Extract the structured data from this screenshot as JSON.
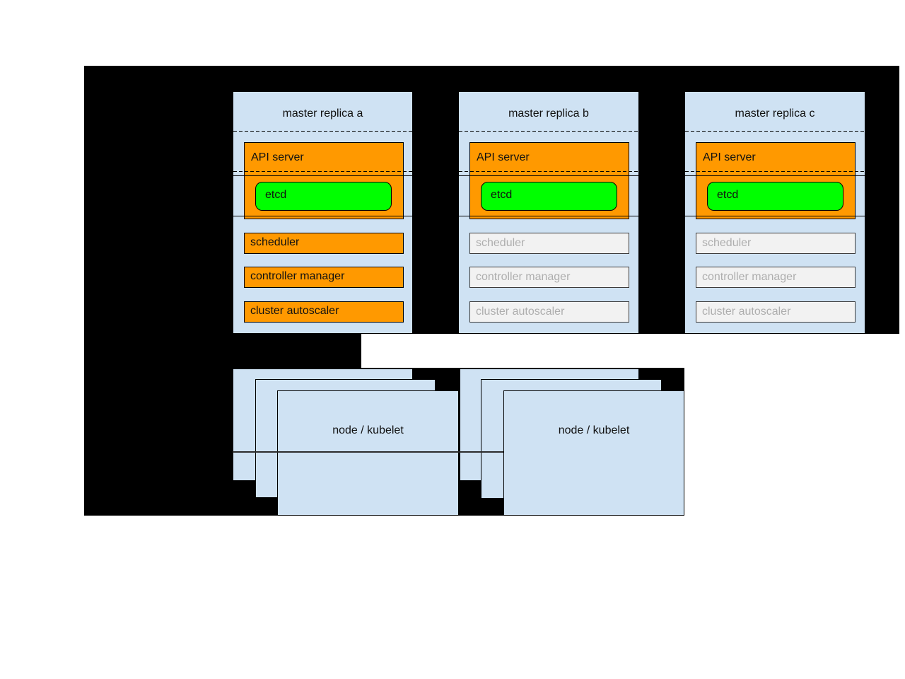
{
  "replicas": [
    {
      "title": "master replica a",
      "api_server": "API server",
      "etcd": "etcd",
      "scheduler": "scheduler",
      "controller_manager": "controller manager",
      "cluster_autoscaler": "cluster autoscaler",
      "components_state": "active"
    },
    {
      "title": "master replica b",
      "api_server": "API server",
      "etcd": "etcd",
      "scheduler": "scheduler",
      "controller_manager": "controller manager",
      "cluster_autoscaler": "cluster autoscaler",
      "components_state": "inactive"
    },
    {
      "title": "master replica c",
      "api_server": "API server",
      "etcd": "etcd",
      "scheduler": "scheduler",
      "controller_manager": "controller manager",
      "cluster_autoscaler": "cluster autoscaler",
      "components_state": "inactive"
    }
  ],
  "nodes": [
    {
      "label": "node / kubelet"
    },
    {
      "label": "node / kubelet"
    }
  ],
  "colors": {
    "backdrop": "#000000",
    "box_blue": "#cfe2f3",
    "active_orange": "#ff9900",
    "etcd_green": "#00ff00",
    "inactive_fill": "#f2f2f2",
    "inactive_text": "#aeaeae"
  }
}
